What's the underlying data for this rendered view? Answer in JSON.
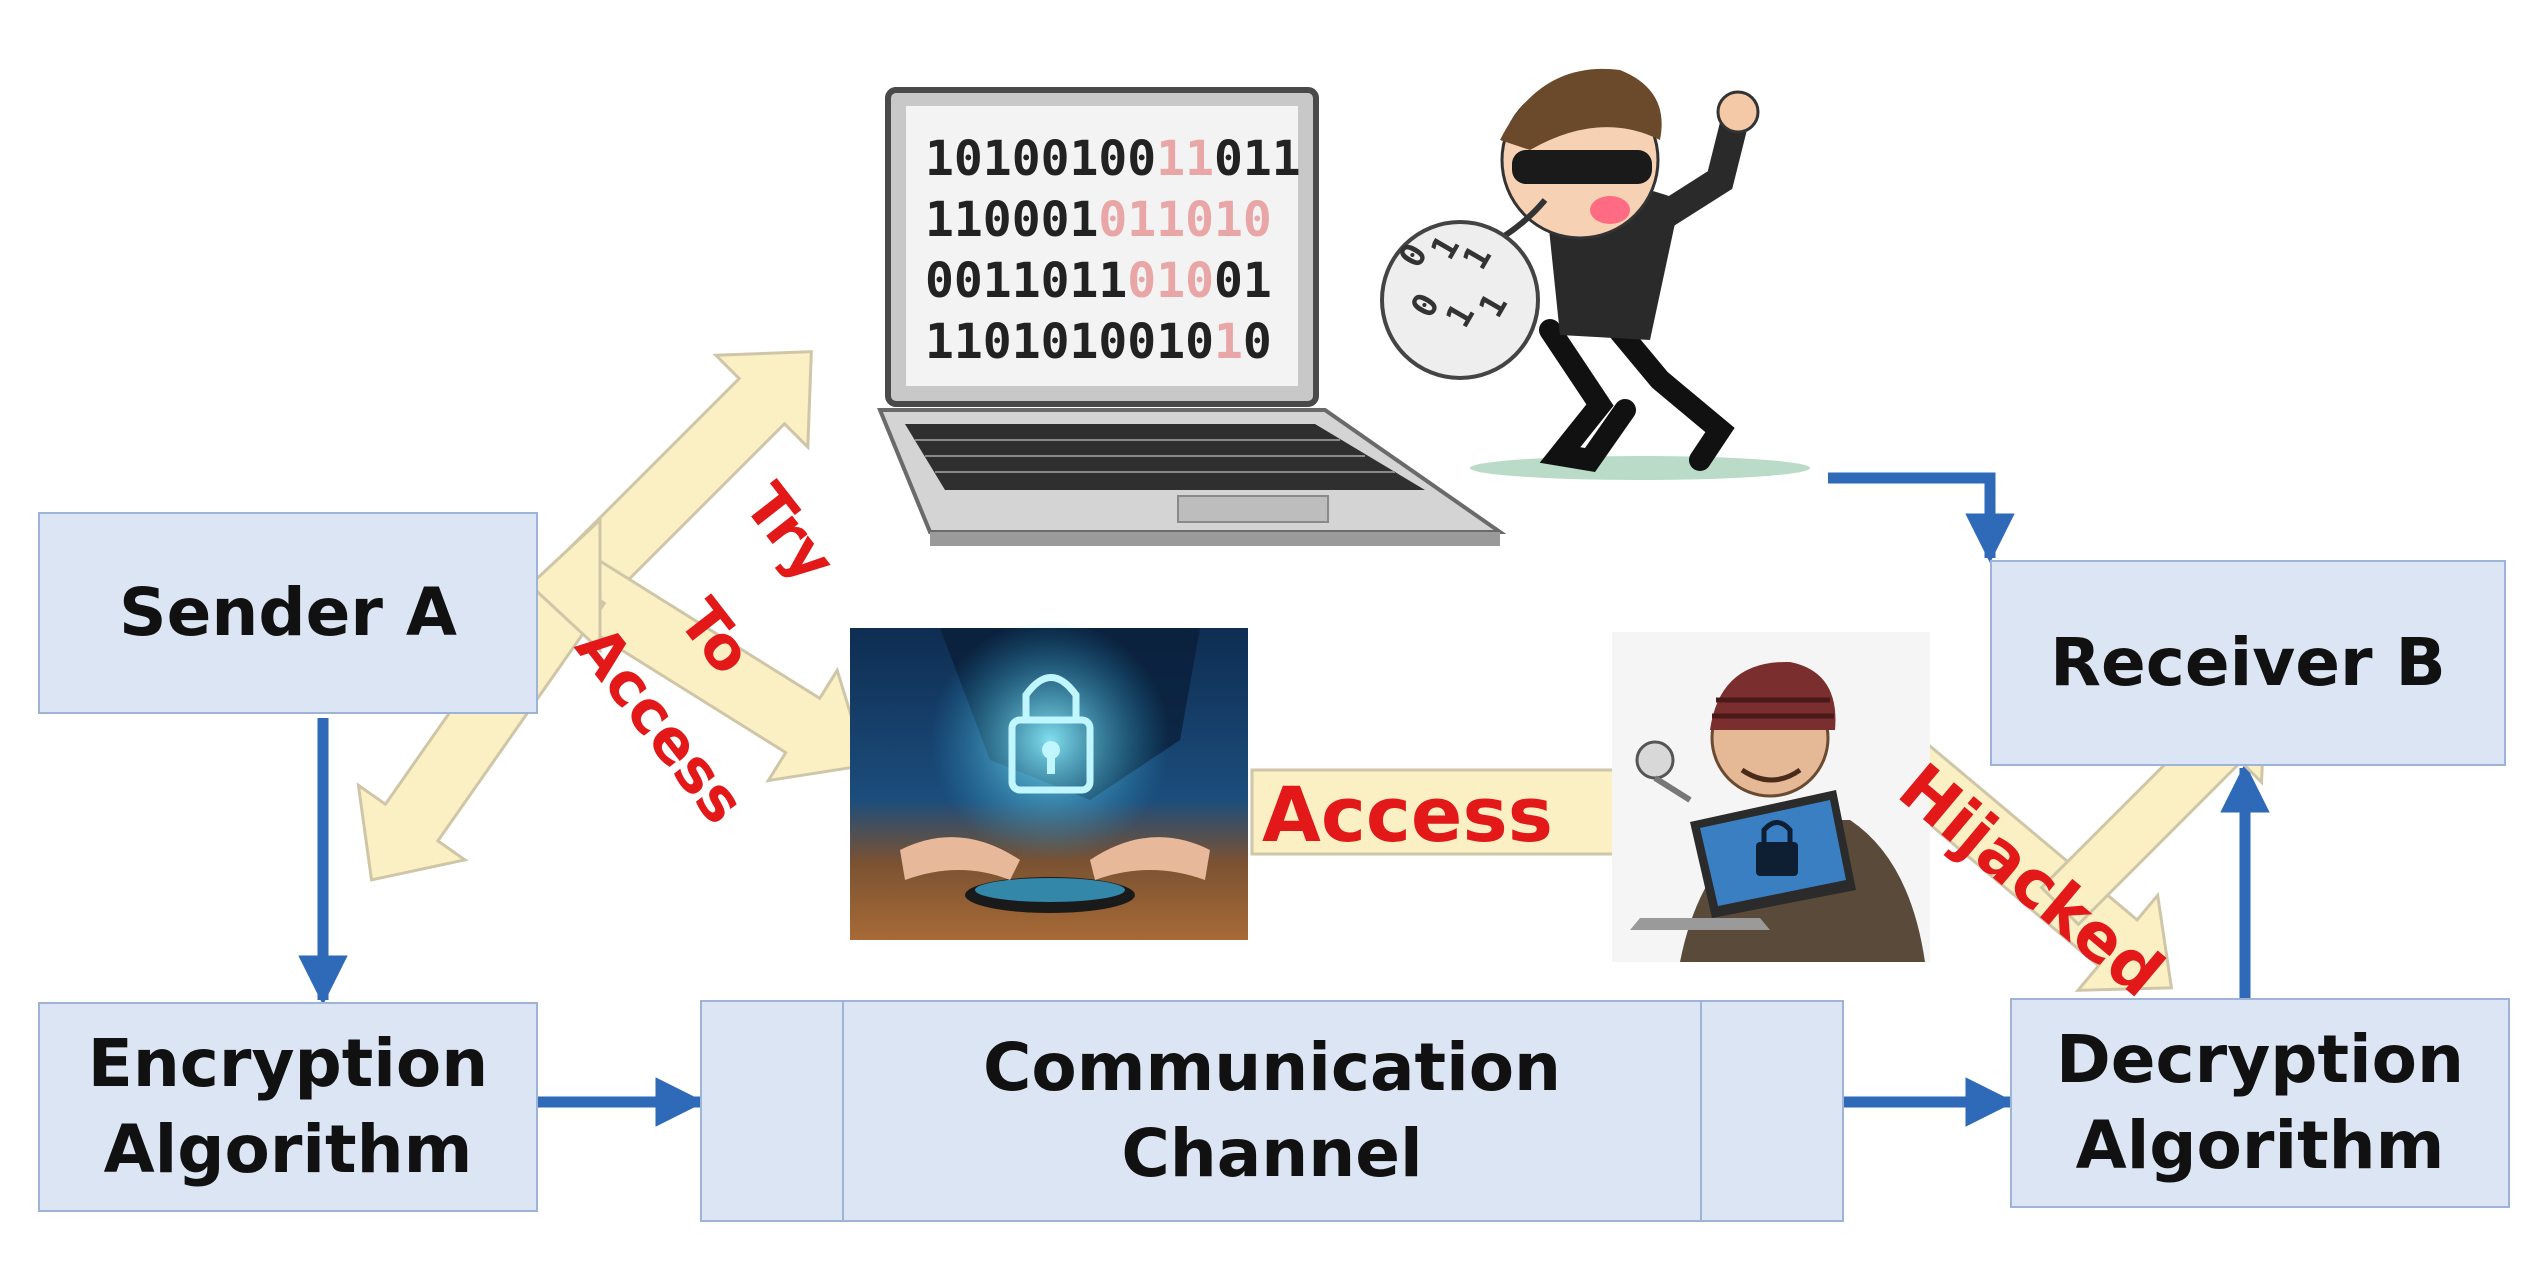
{
  "nodes": {
    "sender": "Sender A",
    "encryption": "Encryption\nAlgorithm",
    "channel": "Communication\nChannel",
    "decryption": "Decryption\nAlgorithm",
    "receiver": "Receiver B"
  },
  "annotations": {
    "try": "Try",
    "to": "To",
    "access_diag": "Access",
    "access": "Access",
    "hijacked": "Hijacked"
  },
  "laptop_screen": {
    "row1": "10100100",
    "row1_tail": "011",
    "row2": "110001",
    "row3": "0011011",
    "row3_tail": "01",
    "row4": "1101010010",
    "row4_tail": "0"
  },
  "bag_digits": [
    "0",
    "1",
    "1",
    "0",
    "1",
    "1"
  ],
  "colors": {
    "box_fill": "#dbe5f3",
    "box_border": "#9db4d8",
    "blue_arrow": "#2e6ab7",
    "cream_arrow": "#fbefc4",
    "red_text": "#e31818"
  },
  "icons": [
    "laptop-binary-icon",
    "thief-with-bag-icon",
    "secure-phone-lock-icon",
    "hacker-laptop-icon"
  ]
}
